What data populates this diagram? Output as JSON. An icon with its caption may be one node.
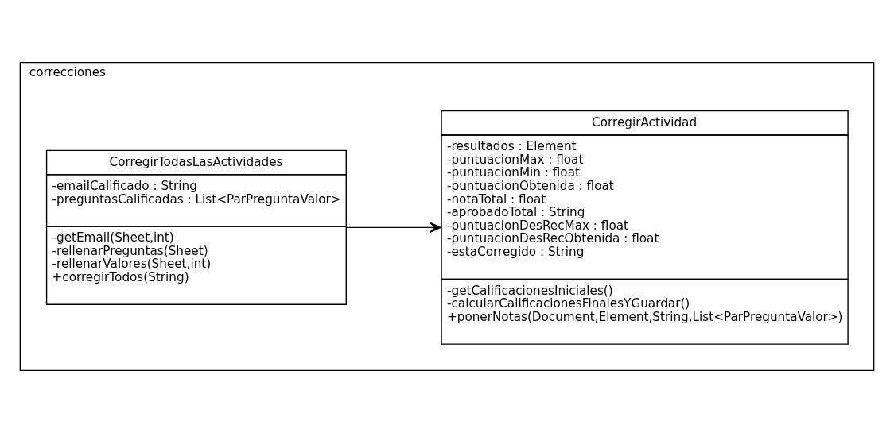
{
  "diagram": {
    "nodes": [
      {
        "text": [
          "correcciones"
        ]
      },
      {
        "text": [
          "CorregirTodasLasActividades",
          "-emailCalificado : String -preguntasCalificadas : List<ParPreguntaValor>",
          "-getEmail(Sheet,int) -rellenarPreguntas(Sheet) -rellenarValores(Sheet,int) +corregirTodos(String)"
        ],
        "in": 0
      },
      {
        "text": [
          "CorregirActividad",
          "-resultados : Element -puntuacionMax : float -puntuacionMin : float -puntuacionObtenida : float -notaTotal : float -aprobadoTotal : String -puntuacionDesRecMax : float -puntuacionDesRecObtenida : float -estaCorregido : String",
          "-getCalificacionesIniciales() -calcularCalificacionesFinalesYGuardar() +ponerNotas(Document,Element,String,List<ParPreguntaValor>)"
        ],
        "in": 0
      }
    ],
    "edges": [
      {
        "from": 1,
        "to": 2,
        "arrow": "to"
      }
    ]
  }
}
